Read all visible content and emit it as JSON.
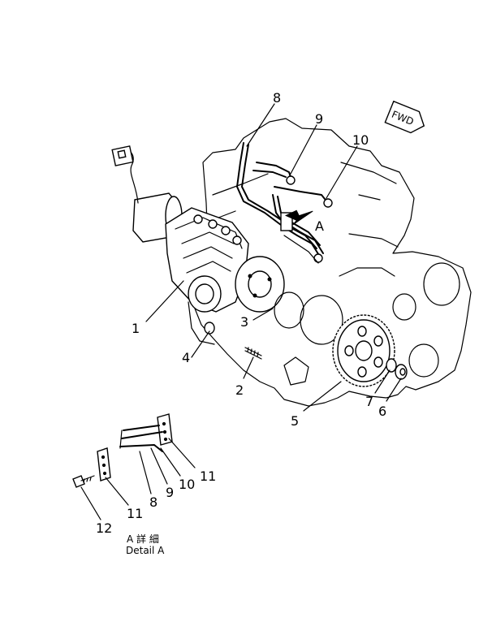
{
  "diagram": {
    "callouts": {
      "c1": "1",
      "c2": "2",
      "c3": "3",
      "c4": "4",
      "c5": "5",
      "c6": "6",
      "c7": "7",
      "c8_top": "8",
      "c9_top": "9",
      "c10_top": "10",
      "c8_detail": "8",
      "c9_detail": "9",
      "c10_detail": "10",
      "c11_right": "11",
      "c11_left": "11",
      "c12": "12"
    },
    "view_marker": "A",
    "fwd_label": "FWD",
    "detail_caption_jp": "A 詳 細",
    "detail_caption_en": "Detail A"
  }
}
